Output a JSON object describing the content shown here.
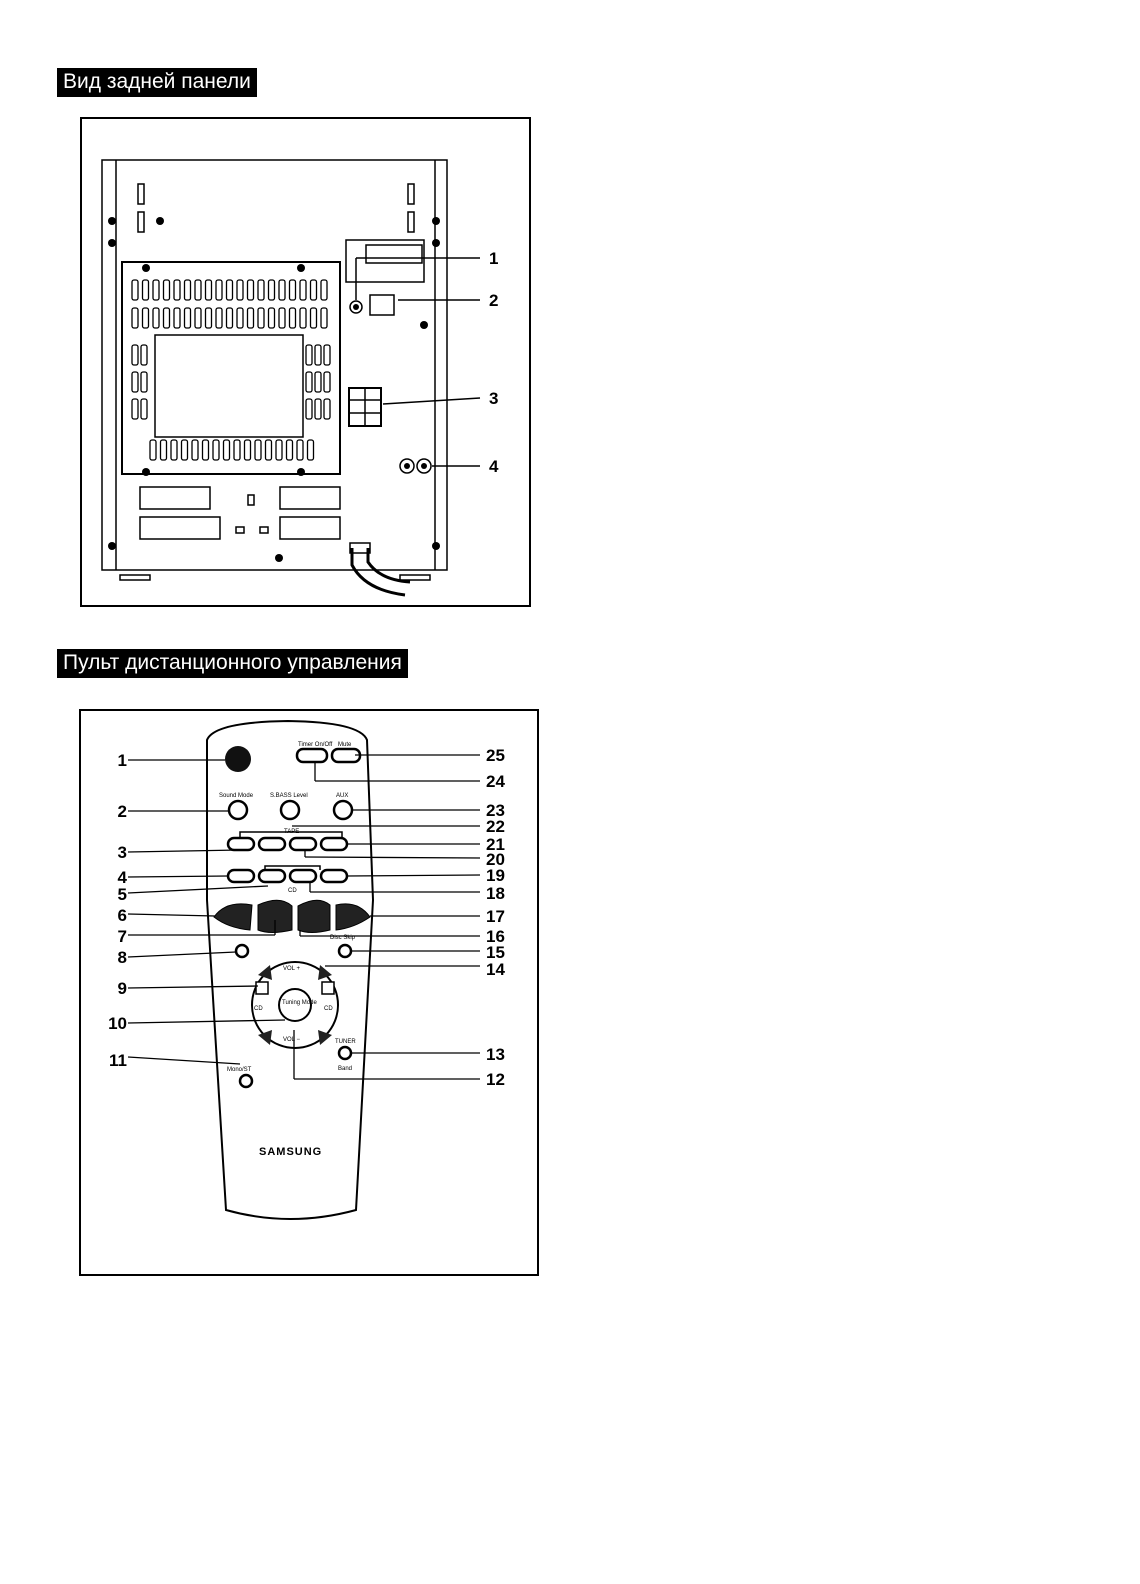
{
  "rear_panel": {
    "heading": "Вид задней панели",
    "callouts": [
      "1",
      "2",
      "3",
      "4"
    ]
  },
  "remote": {
    "heading": "Пульт дистанционного управления",
    "brand": "SAMSUNG",
    "callouts_left": [
      "1",
      "2",
      "3",
      "4",
      "5",
      "6",
      "7",
      "8",
      "9",
      "10",
      "11"
    ],
    "callouts_right": [
      "25",
      "24",
      "23",
      "22",
      "21",
      "20",
      "19",
      "18",
      "17",
      "16",
      "15",
      "14",
      "13",
      "12"
    ],
    "labels": {
      "timer": "Timer On/Off",
      "mute": "Mute",
      "sound_mode": "Sound Mode",
      "sbass": "S.BASS Level",
      "aux": "AUX",
      "tape": "TAPE",
      "cd": "CD",
      "vol_plus": "VOL +",
      "vol_minus": "VOL −",
      "tuning_mode": "Tuning Mode",
      "mono_st": "Mono/ST",
      "tuner": "TUNER",
      "band": "Band",
      "disc_skip": "Disc Skip",
      "cd_left": "CD",
      "cd_right": "CD"
    }
  }
}
